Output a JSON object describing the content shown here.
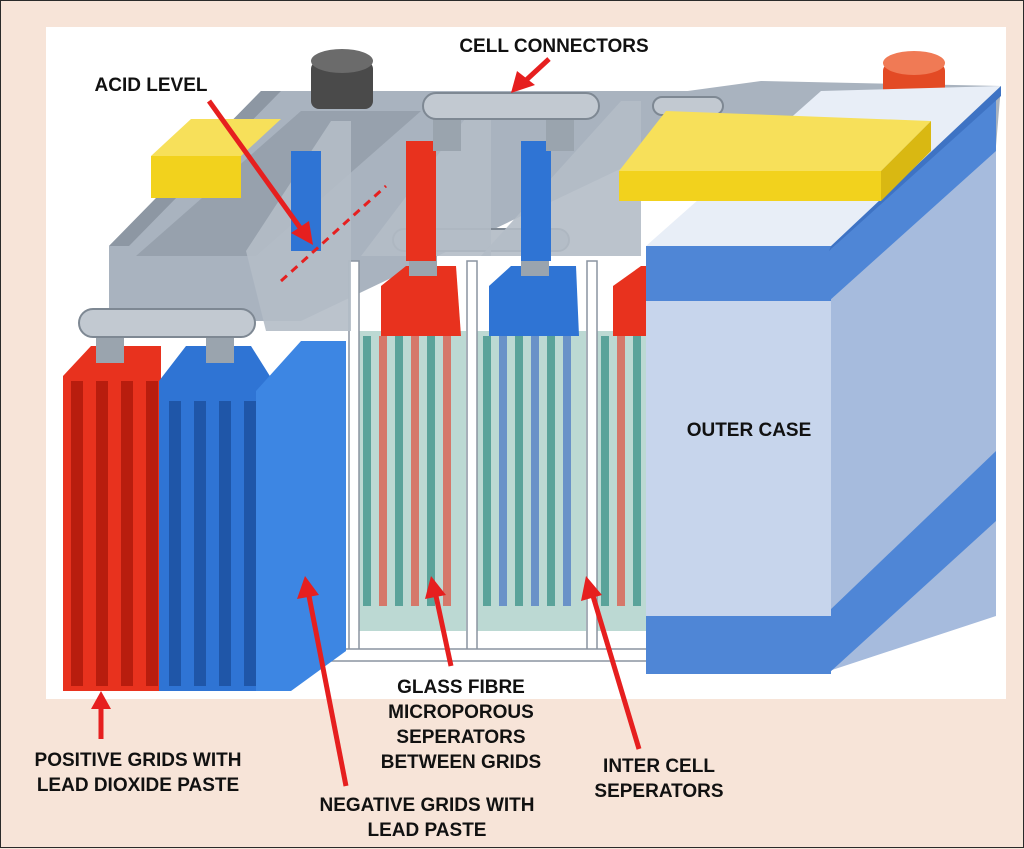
{
  "labels": {
    "cell_connectors": "CELL CONNECTORS",
    "acid_level": "ACID LEVEL",
    "outer_case": "OUTER CASE",
    "positive_grids": [
      "POSITIVE GRIDS WITH",
      "LEAD DIOXIDE PASTE"
    ],
    "negative_grids": [
      "NEGATIVE GRIDS WITH",
      "LEAD PASTE"
    ],
    "glass_fibre": [
      "GLASS FIBRE",
      "MICROPOROUS",
      "SEPERATORS",
      "BETWEEN GRIDS"
    ],
    "inter_cell": [
      "INTER CELL",
      "SEPERATORS"
    ]
  },
  "colors": {
    "positive_plate": "#e8321e",
    "negative_plate": "#2f74d4",
    "case_front": "#b9cbe6",
    "case_band": "#4f86d6",
    "lid_grey": "#a9b3bf",
    "terminal_yellow": "#f2d21d",
    "arrow_red": "#e61f1f",
    "separator_teal": "#5aa39a"
  }
}
